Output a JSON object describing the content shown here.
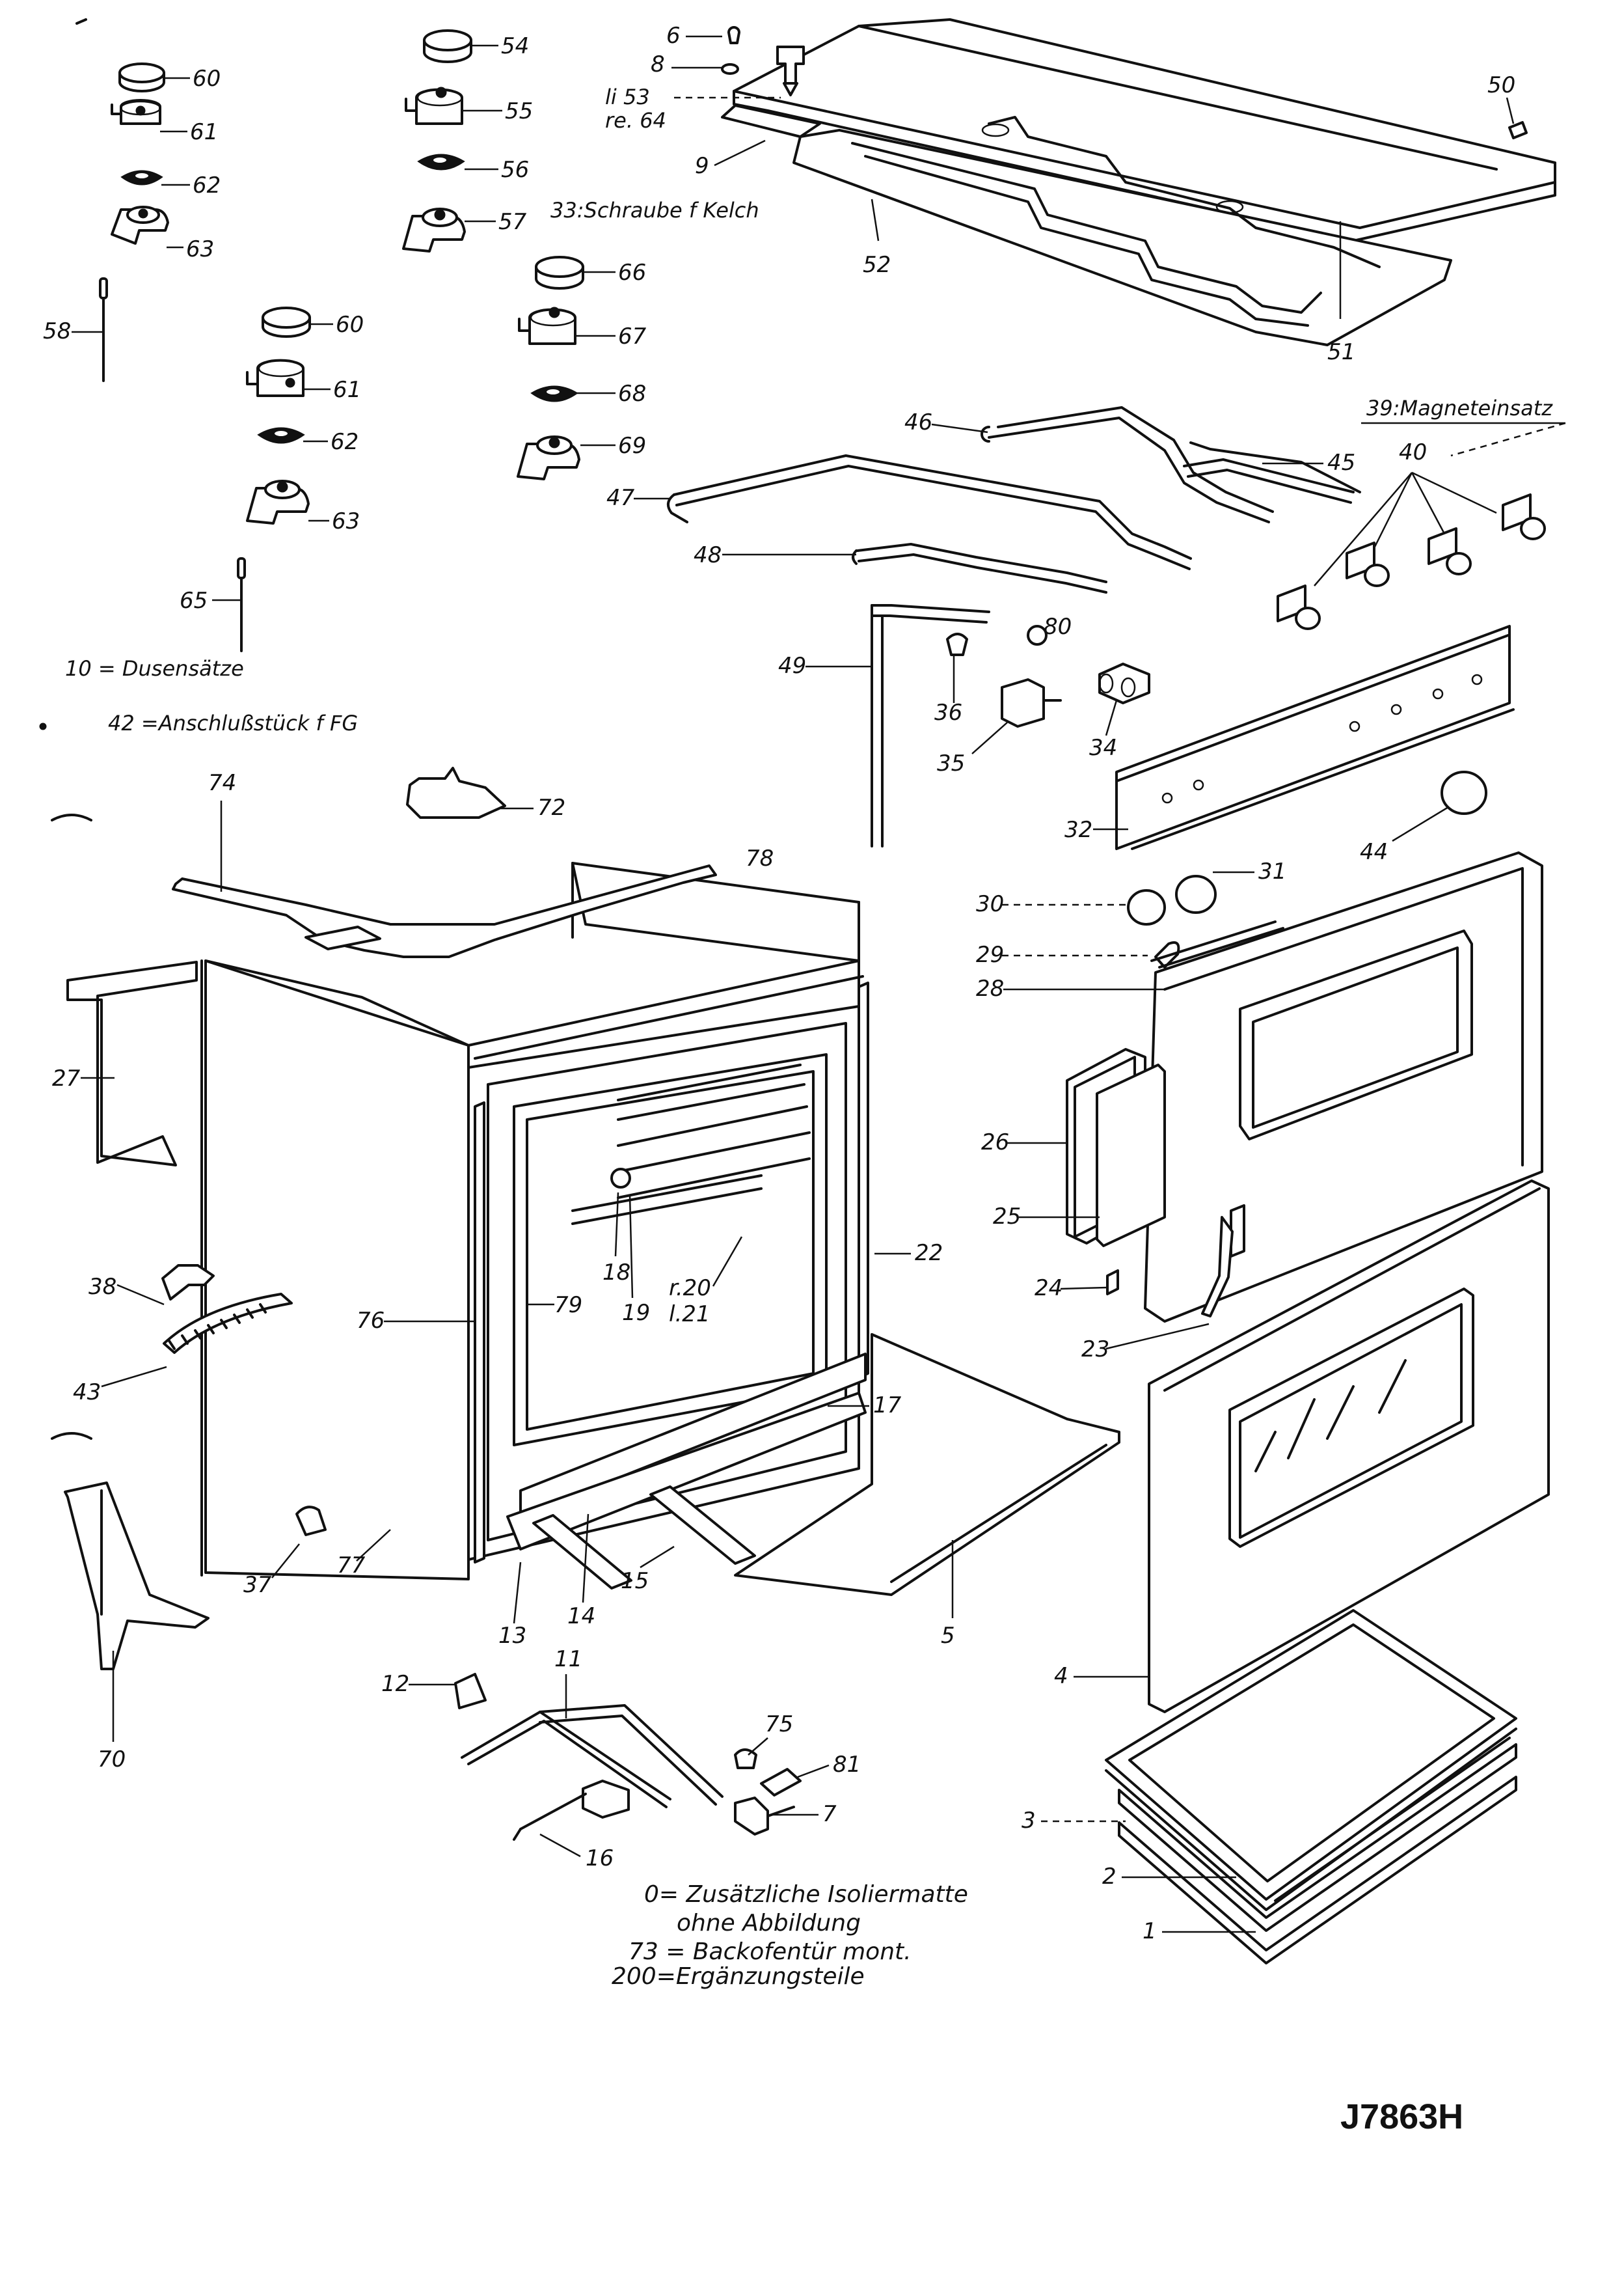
{
  "diagram": {
    "drawing_code": "J7863H",
    "notes": {
      "n33": "33:Schraube f Kelch",
      "n39": "39:Magneteinsatz",
      "n10": "10 = Dusensätze",
      "n42": "42 =Anschlußstück f FG",
      "left_li": "li 53",
      "left_re": "re. 64"
    },
    "footnotes": [
      "0= Zusätzliche Isoliermatte",
      "ohne Abbildung",
      "73 = Backofentür mont.",
      "200=Ergänzungsteile"
    ],
    "callouts": {
      "c1": "1",
      "c2": "2",
      "c3": "3",
      "c4": "4",
      "c5": "5",
      "c6": "6",
      "c7": "7",
      "c8": "8",
      "c9": "9",
      "c11": "11",
      "c12": "12",
      "c13": "13",
      "c14": "14",
      "c15": "15",
      "c16": "16",
      "c17": "17",
      "c18": "18",
      "c19": "19",
      "c20": "r.20",
      "c21": "l.21",
      "c22": "22",
      "c23": "23",
      "c24": "24",
      "c25": "25",
      "c26": "26",
      "c27": "27",
      "c28": "28",
      "c29": "29",
      "c30": "30",
      "c31": "31",
      "c32": "32",
      "c34": "34",
      "c35": "35",
      "c36": "36",
      "c37": "37",
      "c38": "38",
      "c40": "40",
      "c43": "43",
      "c44": "44",
      "c45": "45",
      "c46": "46",
      "c47": "47",
      "c48": "48",
      "c49": "49",
      "c50": "50",
      "c51": "51",
      "c52": "52",
      "c54": "54",
      "c55": "55",
      "c56": "56",
      "c57": "57",
      "c58": "58",
      "c60a": "60",
      "c61a": "61",
      "c62a": "62",
      "c63a": "63",
      "c60b": "60",
      "c61b": "61",
      "c62b": "62",
      "c63b": "63",
      "c65": "65",
      "c66": "66",
      "c67": "67",
      "c68": "68",
      "c69": "69",
      "c70": "70",
      "c72": "72",
      "c74": "74",
      "c75": "75",
      "c76": "76",
      "c77": "77",
      "c78": "78",
      "c79": "79",
      "c80": "80",
      "c81": "81"
    }
  }
}
